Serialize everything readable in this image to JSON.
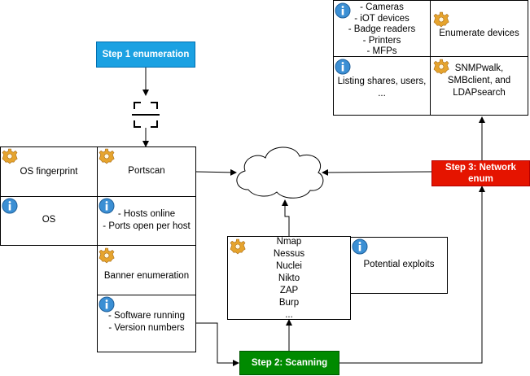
{
  "colors": {
    "step1_fill": "#1ba1e2",
    "step2_fill": "#008a00",
    "step3_fill": "#e51400",
    "info_icon": "#3b8fd4",
    "gear_icon": "#e6a42e",
    "line": "#000000"
  },
  "step1": {
    "label": "Step 1 enumeration"
  },
  "step2": {
    "label": "Step 2: Scanning"
  },
  "step3": {
    "label": "Step 3: Network\nenum"
  },
  "enum_table": {
    "os_fingerprint": "OS fingerprint",
    "portscan": "Portscan",
    "os": "OS",
    "hosts_ports": "- Hosts online\n- Ports open per host",
    "banner_enumeration": "Banner enumeration",
    "software_versions": "- Software running\n- Version numbers"
  },
  "scanning": {
    "tools": "Nmap\nNessus\nNuclei\nNikto\nZAP\nBurp\n...",
    "potential_exploits": "Potential exploits"
  },
  "network": {
    "device_list": "- Cameras\n- iOT devices\n- Badge readers\n- Printers\n- MFPs",
    "enumerate_devices": "Enumerate devices",
    "listing_shares": "Listing shares, users,\n...",
    "snmp_tools": "SNMPwalk,\nSMBclient, and\nLDAPsearch"
  },
  "icons": {
    "scan": "scan-frame-icon",
    "cloud": "cloud-icon",
    "info": "info-icon",
    "gear": "gear-icon"
  }
}
